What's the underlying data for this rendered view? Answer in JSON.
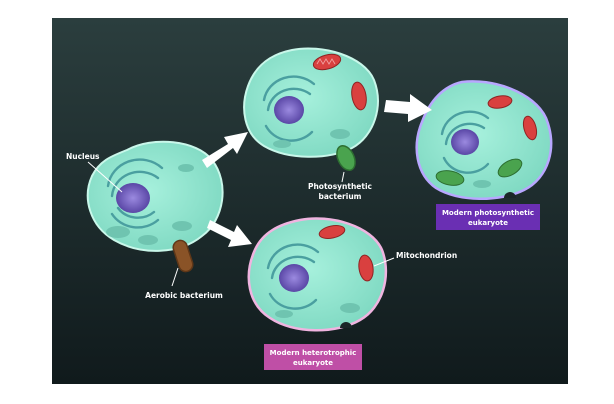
{
  "labels": {
    "nucleus": "Nucleus",
    "aerobic": "Aerobic bacterium",
    "photo_line1": "Photosynthetic",
    "photo_line2": "bacterium",
    "mitochondrion": "Mitochondrion"
  },
  "outcomes": {
    "photosynthetic_line1": "Modern photosynthetic",
    "photosynthetic_line2": "eukaryote",
    "heterotrophic_line1": "Modern heterotrophic",
    "heterotrophic_line2": "eukaryote"
  },
  "colors": {
    "background_top": "#2b3e3e",
    "background_bottom": "#101a1c",
    "cell_fill": "#8ee6cf",
    "nucleus": "#6b57b8",
    "mitochondria": "#d9403f",
    "chloroplast": "#4aa34e",
    "aerobic_bacterium": "#8a5327",
    "photosynthetic_tag": "#6a2fb3",
    "heterotrophic_tag": "#bf4fa6",
    "arrow": "#ffffff"
  }
}
